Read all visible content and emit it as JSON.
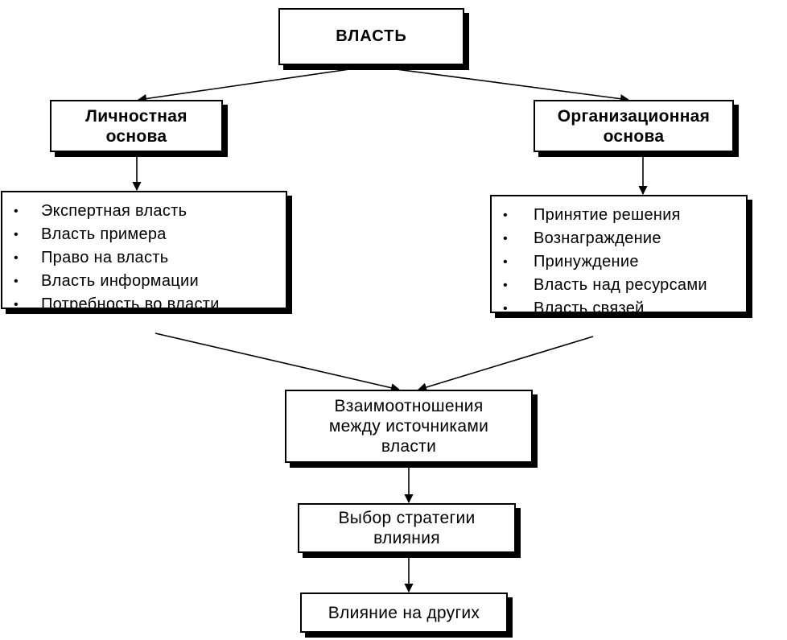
{
  "diagram": {
    "root": {
      "label": "ВЛАСТЬ"
    },
    "personal_basis": {
      "label": "Личностная\nоснова"
    },
    "organizational_basis": {
      "label": "Организационная\nоснова"
    },
    "personal_sources": {
      "items": [
        "Экспертная власть",
        "Власть примера",
        "Право на власть",
        "Власть информации",
        "Потребность во власти"
      ]
    },
    "organizational_sources": {
      "items": [
        "Принятие решения",
        "Вознаграждение",
        "Принуждение",
        "Власть над ресурсами",
        "Власть связей"
      ]
    },
    "relations": {
      "label": "Взаимоотношения\nмежду источниками\nвласти"
    },
    "strategy": {
      "label": "Выбор стратегии\nвлияния"
    },
    "influence": {
      "label": "Влияние на других"
    },
    "bullet_glyph": "•",
    "colors": {
      "line": "#000000",
      "box_fill": "#ffffff",
      "shadow": "#000000"
    }
  }
}
